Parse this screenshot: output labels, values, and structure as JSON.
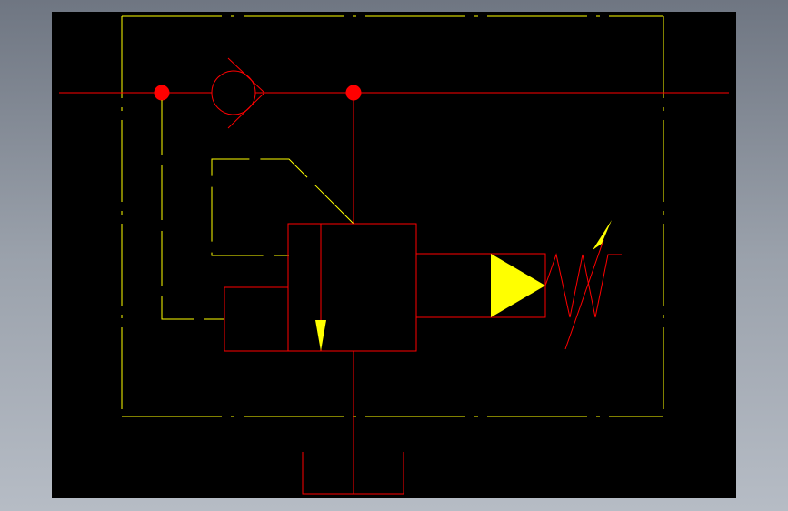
{
  "colors": {
    "background": "#8e959f",
    "canvas": "#000000",
    "hydraulic_line": "#ff0000",
    "pilot_line": "#ffff00",
    "junction": "#ff0000",
    "arrow_fill": "#ffff00"
  },
  "symbol": "pressure-relief-valve-with-check-valve",
  "components": {
    "check_valve": "check-valve-icon",
    "main_valve": "valve-body",
    "spring": "adjustable-spring-icon",
    "tank": "tank-reservoir-icon",
    "enclosure": "component-boundary"
  }
}
